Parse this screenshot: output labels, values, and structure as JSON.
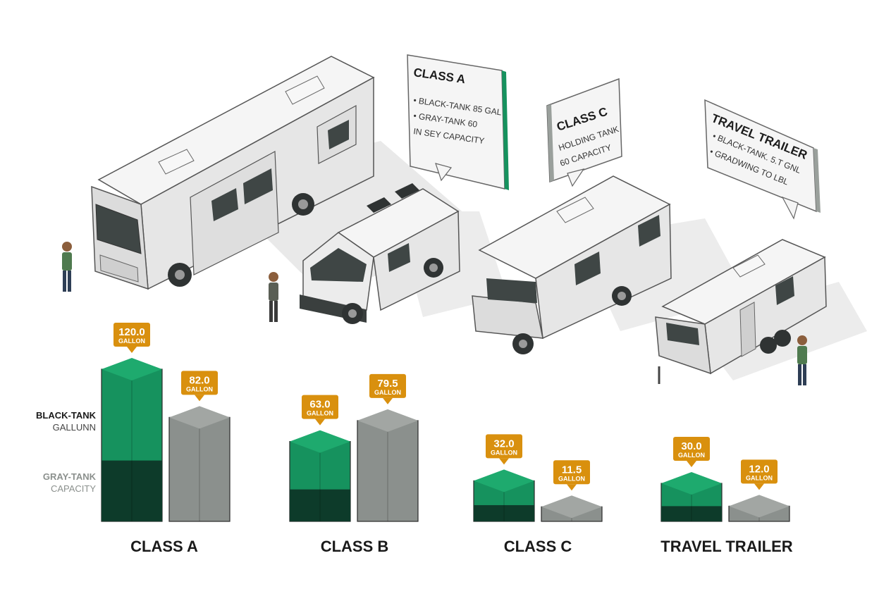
{
  "colors": {
    "black_tank": "#16925e",
    "black_tank_dark": "#0d3b2a",
    "gray_tank": "#8b908d",
    "label_bg": "#d9900e",
    "callout_accent": "#16925e"
  },
  "legend": {
    "black_main": "BLACK-TANK",
    "black_sub": "GALLUNN",
    "gray_main": "GRAY-TANK",
    "gray_sub": "CAPACITY"
  },
  "callouts": [
    {
      "title": "CLASS A",
      "lines": [
        "• BLACK-TANK 85 GAL",
        "• GRAY-TANK 60",
        "IN SEY CAPACITY"
      ]
    },
    {
      "title": "CLASS C",
      "lines": [
        "HOLDING TANK",
        "60 CAPACITY"
      ]
    },
    {
      "title": "TRAVEL TRAILER",
      "lines": [
        "• BLACK-TANK. 5.T GNL",
        "• GRADWING TO LBL"
      ]
    }
  ],
  "chart_data": {
    "type": "bar",
    "categories": [
      "CLASS A",
      "CLASS B",
      "CLASS C",
      "TRAVEL TRAILER"
    ],
    "series": [
      {
        "values": [
          120.0,
          63.0,
          32.0,
          30.0
        ],
        "label_text": [
          "120.0",
          "63.0",
          "32.0",
          "30.0"
        ]
      },
      {
        "values": [
          82.0,
          79.5,
          11.5,
          12.0
        ],
        "label_text": [
          "82.0",
          "79.5",
          "11.5",
          "12.0"
        ]
      }
    ],
    "unit_label": "GALLON",
    "legend_position": "left",
    "grid": false
  }
}
